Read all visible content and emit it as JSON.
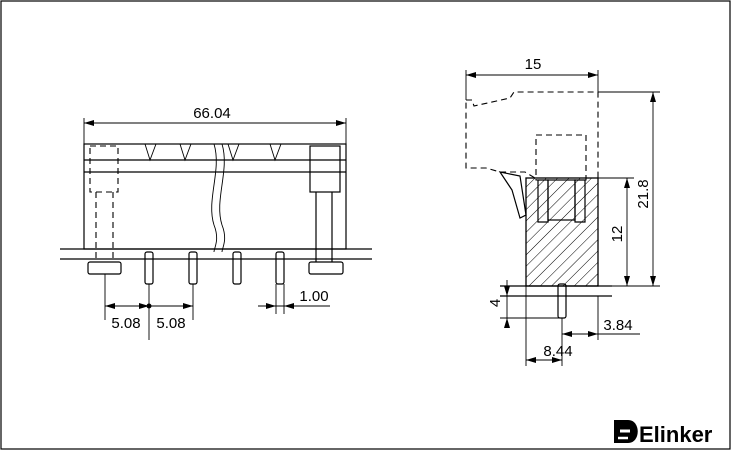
{
  "drawing": {
    "front_view": {
      "overall_width": "66.04",
      "pitch_left": "5.08",
      "pitch_right": "5.08",
      "pin_width": "1.00"
    },
    "side_view": {
      "overall_depth": "15",
      "overall_height": "21.8",
      "body_height": "12",
      "pin_length": "4",
      "pin_offset": "3.84",
      "body_depth": "8.44"
    }
  },
  "brand": {
    "name": "Elinker"
  }
}
